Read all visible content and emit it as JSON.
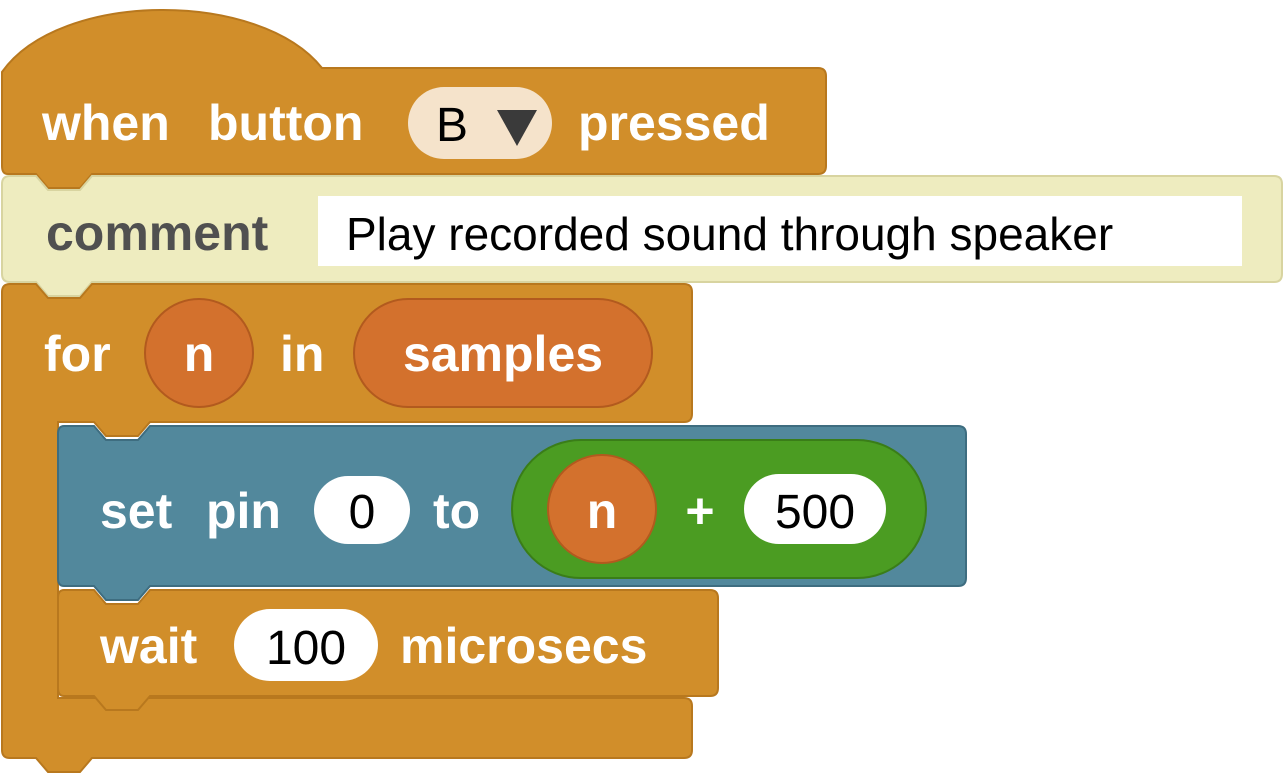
{
  "colors": {
    "control": "#D18E2A",
    "control_border": "#B8781E",
    "variable": "#D3712D",
    "variable_border": "#B25A1E",
    "pins": "#52889C",
    "pins_border": "#3E6D80",
    "operators": "#4B9C22",
    "operators_border": "#3A7D18",
    "comment": "#EEECBF",
    "comment_border": "#D8D4A0",
    "menu_field": "#F5E3CB"
  },
  "hat_block": {
    "label_when": "when",
    "label_button": "button",
    "button_option": "B",
    "dropdown_arrow": "▼",
    "label_pressed": "pressed"
  },
  "comment_block": {
    "label": "comment",
    "text": "Play recorded sound through speaker"
  },
  "for_block": {
    "label_for": "for",
    "variable": "n",
    "label_in": "in",
    "list_variable": "samples"
  },
  "set_pin_block": {
    "label_set": "set",
    "label_pin": "pin",
    "pin_value": "0",
    "label_to": "to",
    "operand_variable": "n",
    "operator": "+",
    "operand_value": "500"
  },
  "wait_block": {
    "label_wait": "wait",
    "value": "100",
    "label_unit": "microsecs"
  }
}
